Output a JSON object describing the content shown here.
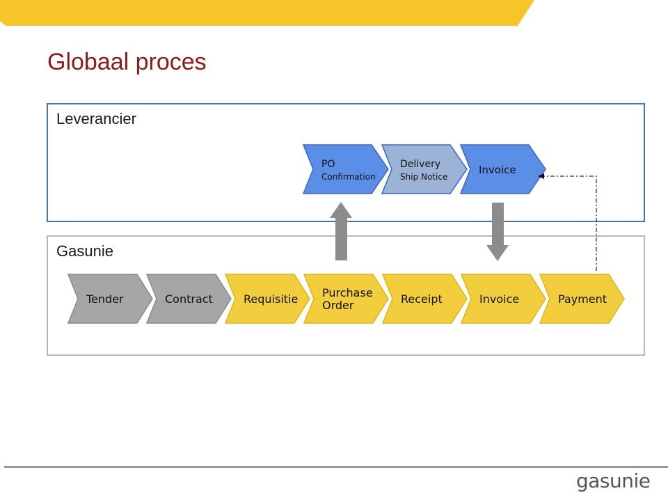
{
  "slide": {
    "title": "Globaal proces"
  },
  "lanes": {
    "supplier": {
      "label": "Leverancier"
    },
    "gasunie": {
      "label": "Gasunie"
    }
  },
  "supplier_steps": [
    {
      "line1": "PO",
      "line2": "Confirmation",
      "color": "#5b8ee6"
    },
    {
      "line1": "Delivery",
      "line2": "Ship Notice",
      "color": "#9bb3d6"
    },
    {
      "line1": "Invoice",
      "line2": "",
      "color": "#5b8ee6"
    }
  ],
  "gasunie_steps": [
    {
      "line1": "Tender",
      "line2": "",
      "color": "#a6a6a6"
    },
    {
      "line1": "Contract",
      "line2": "",
      "color": "#a6a6a6"
    },
    {
      "line1": "Requisitie",
      "line2": "",
      "color": "#f2cd3d"
    },
    {
      "line1": "Purchase",
      "line2": "Order",
      "color": "#f2cd3d"
    },
    {
      "line1": "Receipt",
      "line2": "",
      "color": "#f2cd3d"
    },
    {
      "line1": "Invoice",
      "line2": "",
      "color": "#f2cd3d"
    },
    {
      "line1": "Payment",
      "line2": "",
      "color": "#f2cd3d"
    }
  ],
  "colors": {
    "banner": "#f7c52a",
    "title": "#8b1a1a",
    "supplier_border": "#4472c4",
    "gasunie_border": "#b8b8b8",
    "flow_arrow": "#8c8c8c"
  },
  "logo": {
    "text": "gasunie"
  }
}
